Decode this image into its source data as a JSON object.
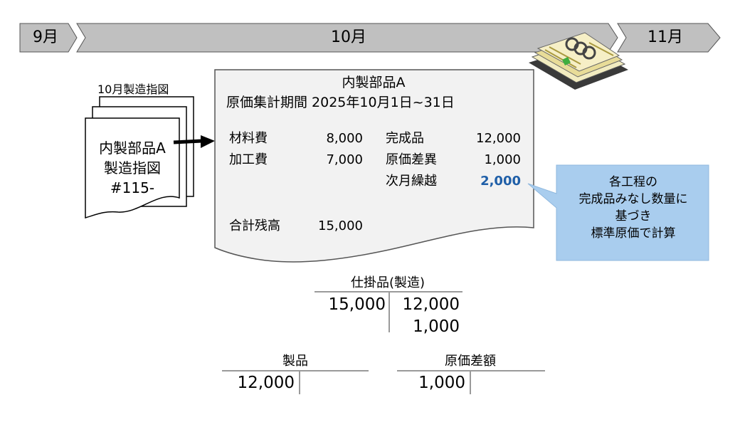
{
  "timeline": {
    "prev_month": "9月",
    "current_month": "10月",
    "next_month": "11月"
  },
  "order_docs": {
    "stack_label": "10月製造指図",
    "front_lines": [
      "内製部品A",
      "製造指図",
      "#115-"
    ]
  },
  "summary": {
    "title_line1": "内製部品A",
    "title_line2": "原価集計期間 2025年10月1日~31日",
    "debit_rows": [
      {
        "label": "材料費",
        "value": "8,000"
      },
      {
        "label": "加工費",
        "value": "7,000"
      }
    ],
    "credit_rows": [
      {
        "label": "完成品",
        "value": "12,000"
      },
      {
        "label": "原価差異",
        "value": "1,000"
      },
      {
        "label": "次月繰越",
        "value": "2,000"
      }
    ],
    "total": {
      "label": "合計残高",
      "value": "15,000"
    }
  },
  "callout": {
    "lines": [
      "各工程の",
      "完成品みなし数量に",
      "基づき",
      "標準原価で計算"
    ]
  },
  "accounts": {
    "wip": {
      "title": "仕掛品(製造)",
      "debit": [
        "15,000"
      ],
      "credit": [
        "12,000",
        "1,000"
      ]
    },
    "product": {
      "title": "製品",
      "debit": [
        "12,000"
      ],
      "credit": []
    },
    "variance": {
      "title": "原価差額",
      "debit": [
        "1,000"
      ],
      "credit": []
    }
  },
  "colors": {
    "timeline_fill": "#c0c0c0",
    "callout_fill": "#a9cdee",
    "highlight_text": "#1f5fa8"
  },
  "icons": {
    "ledger": "ledger-book-icon",
    "arrow": "right-arrow-icon"
  }
}
